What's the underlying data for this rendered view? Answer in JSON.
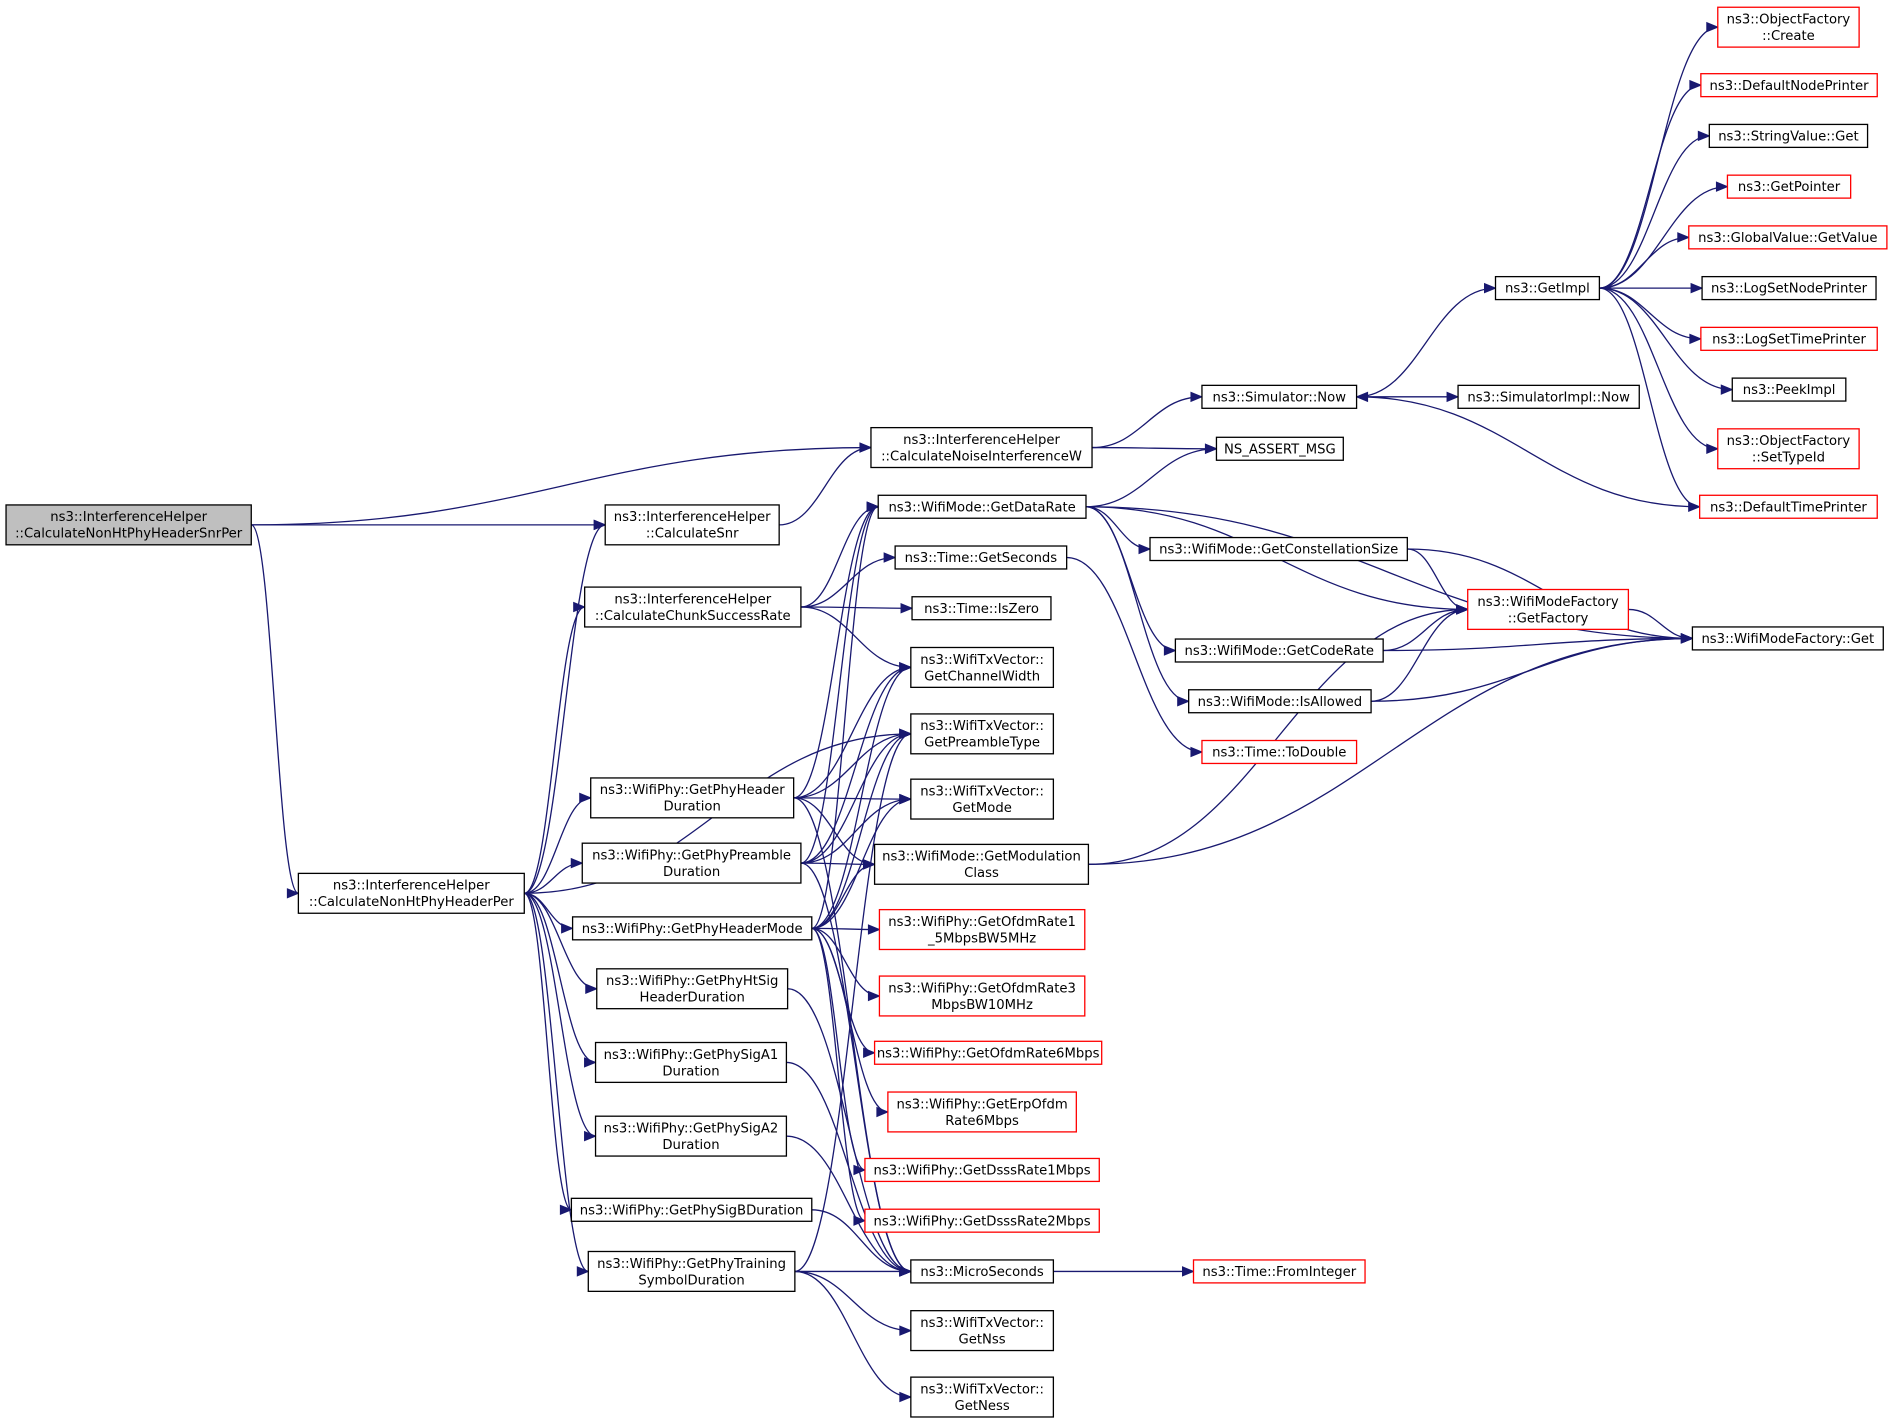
{
  "diagram": {
    "type": "call-graph",
    "nodes": [
      {
        "id": "root",
        "lines": [
          "ns3::InterferenceHelper",
          "::CalculateNonHtPhyHeaderSnrPer"
        ],
        "style": "root"
      },
      {
        "id": "cnhper",
        "lines": [
          "ns3::InterferenceHelper",
          "::CalculateNonHtPhyHeaderPer"
        ],
        "style": "black"
      },
      {
        "id": "csnr",
        "lines": [
          "ns3::InterferenceHelper",
          "::CalculateSnr"
        ],
        "style": "black"
      },
      {
        "id": "cniw",
        "lines": [
          "ns3::InterferenceHelper",
          "::CalculateNoiseInterferenceW"
        ],
        "style": "black"
      },
      {
        "id": "ccsr",
        "lines": [
          "ns3::InterferenceHelper",
          "::CalculateChunkSuccessRate"
        ],
        "style": "black"
      },
      {
        "id": "now",
        "lines": [
          "ns3::Simulator::Now"
        ],
        "style": "black"
      },
      {
        "id": "simimplnow",
        "lines": [
          "ns3::SimulatorImpl::Now"
        ],
        "style": "black"
      },
      {
        "id": "assert",
        "lines": [
          "NS_ASSERT_MSG"
        ],
        "style": "black"
      },
      {
        "id": "getimpl",
        "lines": [
          "ns3::GetImpl"
        ],
        "style": "black"
      },
      {
        "id": "ofcreate",
        "lines": [
          "ns3::ObjectFactory",
          "::Create"
        ],
        "style": "red"
      },
      {
        "id": "dnp",
        "lines": [
          "ns3::DefaultNodePrinter"
        ],
        "style": "red"
      },
      {
        "id": "svget",
        "lines": [
          "ns3::StringValue::Get"
        ],
        "style": "black"
      },
      {
        "id": "getptr",
        "lines": [
          "ns3::GetPointer"
        ],
        "style": "red"
      },
      {
        "id": "gvget",
        "lines": [
          "ns3::GlobalValue::GetValue"
        ],
        "style": "red"
      },
      {
        "id": "lsnp",
        "lines": [
          "ns3::LogSetNodePrinter"
        ],
        "style": "black"
      },
      {
        "id": "lstp",
        "lines": [
          "ns3::LogSetTimePrinter"
        ],
        "style": "red"
      },
      {
        "id": "peek",
        "lines": [
          "ns3::PeekImpl"
        ],
        "style": "black"
      },
      {
        "id": "ofsettid",
        "lines": [
          "ns3::ObjectFactory",
          "::SetTypeId"
        ],
        "style": "red"
      },
      {
        "id": "dtp",
        "lines": [
          "ns3::DefaultTimePrinter"
        ],
        "style": "red"
      },
      {
        "id": "gdr",
        "lines": [
          "ns3::WifiMode::GetDataRate"
        ],
        "style": "black"
      },
      {
        "id": "gsec",
        "lines": [
          "ns3::Time::GetSeconds"
        ],
        "style": "black"
      },
      {
        "id": "iszero",
        "lines": [
          "ns3::Time::IsZero"
        ],
        "style": "black"
      },
      {
        "id": "gcw",
        "lines": [
          "ns3::WifiTxVector::",
          "GetChannelWidth"
        ],
        "style": "black"
      },
      {
        "id": "gpt",
        "lines": [
          "ns3::WifiTxVector::",
          "GetPreambleType"
        ],
        "style": "black"
      },
      {
        "id": "gmode",
        "lines": [
          "ns3::WifiTxVector::",
          "GetMode"
        ],
        "style": "black"
      },
      {
        "id": "gmc",
        "lines": [
          "ns3::WifiMode::GetModulation",
          "Class"
        ],
        "style": "black"
      },
      {
        "id": "gcs",
        "lines": [
          "ns3::WifiMode::GetConstellationSize"
        ],
        "style": "black"
      },
      {
        "id": "gcr",
        "lines": [
          "ns3::WifiMode::GetCodeRate"
        ],
        "style": "black"
      },
      {
        "id": "isallowed",
        "lines": [
          "ns3::WifiMode::IsAllowed"
        ],
        "style": "black"
      },
      {
        "id": "todouble",
        "lines": [
          "ns3::Time::ToDouble"
        ],
        "style": "red"
      },
      {
        "id": "wmfgf",
        "lines": [
          "ns3::WifiModeFactory",
          "::GetFactory"
        ],
        "style": "red"
      },
      {
        "id": "wmfget",
        "lines": [
          "ns3::WifiModeFactory::Get"
        ],
        "style": "black"
      },
      {
        "id": "phd",
        "lines": [
          "ns3::WifiPhy::GetPhyHeader",
          "Duration"
        ],
        "style": "black"
      },
      {
        "id": "ppd",
        "lines": [
          "ns3::WifiPhy::GetPhyPreamble",
          "Duration"
        ],
        "style": "black"
      },
      {
        "id": "phm",
        "lines": [
          "ns3::WifiPhy::GetPhyHeaderMode"
        ],
        "style": "black"
      },
      {
        "id": "phtsig",
        "lines": [
          "ns3::WifiPhy::GetPhyHtSig",
          "HeaderDuration"
        ],
        "style": "black"
      },
      {
        "id": "psiga1",
        "lines": [
          "ns3::WifiPhy::GetPhySigA1",
          "Duration"
        ],
        "style": "black"
      },
      {
        "id": "psiga2",
        "lines": [
          "ns3::WifiPhy::GetPhySigA2",
          "Duration"
        ],
        "style": "black"
      },
      {
        "id": "psigb",
        "lines": [
          "ns3::WifiPhy::GetPhySigBDuration"
        ],
        "style": "black"
      },
      {
        "id": "ptsd",
        "lines": [
          "ns3::WifiPhy::GetPhyTraining",
          "SymbolDuration"
        ],
        "style": "black"
      },
      {
        "id": "ofdm15",
        "lines": [
          "ns3::WifiPhy::GetOfdmRate1",
          "_5MbpsBW5MHz"
        ],
        "style": "red"
      },
      {
        "id": "ofdm3",
        "lines": [
          "ns3::WifiPhy::GetOfdmRate3",
          "MbpsBW10MHz"
        ],
        "style": "red"
      },
      {
        "id": "ofdm6",
        "lines": [
          "ns3::WifiPhy::GetOfdmRate6Mbps"
        ],
        "style": "red"
      },
      {
        "id": "erp6",
        "lines": [
          "ns3::WifiPhy::GetErpOfdm",
          "Rate6Mbps"
        ],
        "style": "red"
      },
      {
        "id": "dsss1",
        "lines": [
          "ns3::WifiPhy::GetDsssRate1Mbps"
        ],
        "style": "red"
      },
      {
        "id": "dsss2",
        "lines": [
          "ns3::WifiPhy::GetDsssRate2Mbps"
        ],
        "style": "red"
      },
      {
        "id": "micro",
        "lines": [
          "ns3::MicroSeconds"
        ],
        "style": "black"
      },
      {
        "id": "fromint",
        "lines": [
          "ns3::Time::FromInteger"
        ],
        "style": "red"
      },
      {
        "id": "gnss",
        "lines": [
          "ns3::WifiTxVector::",
          "GetNss"
        ],
        "style": "black"
      },
      {
        "id": "gness",
        "lines": [
          "ns3::WifiTxVector::",
          "GetNess"
        ],
        "style": "black"
      }
    ],
    "edges": [
      [
        "root",
        "cniw"
      ],
      [
        "root",
        "csnr"
      ],
      [
        "root",
        "cnhper"
      ],
      [
        "csnr",
        "cniw"
      ],
      [
        "cniw",
        "now"
      ],
      [
        "cniw",
        "assert"
      ],
      [
        "now",
        "getimpl"
      ],
      [
        "now",
        "simimplnow"
      ],
      [
        "getimpl",
        "ofcreate"
      ],
      [
        "getimpl",
        "dnp"
      ],
      [
        "getimpl",
        "svget"
      ],
      [
        "getimpl",
        "getptr"
      ],
      [
        "getimpl",
        "gvget"
      ],
      [
        "getimpl",
        "lsnp"
      ],
      [
        "getimpl",
        "lstp"
      ],
      [
        "getimpl",
        "peek"
      ],
      [
        "getimpl",
        "ofsettid"
      ],
      [
        "getimpl",
        "dtp"
      ],
      [
        "dtp",
        "now"
      ],
      [
        "cnhper",
        "csnr"
      ],
      [
        "cnhper",
        "ccsr"
      ],
      [
        "cnhper",
        "gpt"
      ],
      [
        "cnhper",
        "phd"
      ],
      [
        "cnhper",
        "ppd"
      ],
      [
        "cnhper",
        "phm"
      ],
      [
        "cnhper",
        "phtsig"
      ],
      [
        "cnhper",
        "psiga1"
      ],
      [
        "cnhper",
        "psiga2"
      ],
      [
        "cnhper",
        "psigb"
      ],
      [
        "cnhper",
        "ptsd"
      ],
      [
        "ccsr",
        "gdr"
      ],
      [
        "ccsr",
        "gsec"
      ],
      [
        "ccsr",
        "iszero"
      ],
      [
        "ccsr",
        "gcw"
      ],
      [
        "gdr",
        "assert"
      ],
      [
        "gdr",
        "gcs"
      ],
      [
        "gdr",
        "gcr"
      ],
      [
        "gdr",
        "isallowed"
      ],
      [
        "gdr",
        "wmfgf"
      ],
      [
        "gdr",
        "wmfget"
      ],
      [
        "gsec",
        "todouble"
      ],
      [
        "gcs",
        "wmfgf"
      ],
      [
        "gcs",
        "wmfget"
      ],
      [
        "gcr",
        "wmfgf"
      ],
      [
        "gcr",
        "wmfget"
      ],
      [
        "isallowed",
        "wmfgf"
      ],
      [
        "isallowed",
        "wmfget"
      ],
      [
        "wmfgf",
        "wmfget"
      ],
      [
        "gmc",
        "wmfgf"
      ],
      [
        "gmc",
        "wmfget"
      ],
      [
        "phd",
        "gdr"
      ],
      [
        "phd",
        "gcw"
      ],
      [
        "phd",
        "gpt"
      ],
      [
        "phd",
        "gmode"
      ],
      [
        "phd",
        "gmc"
      ],
      [
        "phd",
        "micro"
      ],
      [
        "ppd",
        "gdr"
      ],
      [
        "ppd",
        "gcw"
      ],
      [
        "ppd",
        "gpt"
      ],
      [
        "ppd",
        "gmode"
      ],
      [
        "ppd",
        "gmc"
      ],
      [
        "ppd",
        "micro"
      ],
      [
        "phm",
        "gdr"
      ],
      [
        "phm",
        "gcw"
      ],
      [
        "phm",
        "gpt"
      ],
      [
        "phm",
        "gmode"
      ],
      [
        "phm",
        "gmc"
      ],
      [
        "phm",
        "ofdm15"
      ],
      [
        "phm",
        "ofdm3"
      ],
      [
        "phm",
        "ofdm6"
      ],
      [
        "phm",
        "erp6"
      ],
      [
        "phm",
        "dsss1"
      ],
      [
        "phm",
        "dsss2"
      ],
      [
        "phtsig",
        "micro"
      ],
      [
        "psiga1",
        "micro"
      ],
      [
        "psiga2",
        "micro"
      ],
      [
        "psigb",
        "micro"
      ],
      [
        "ptsd",
        "micro"
      ],
      [
        "ptsd",
        "gpt"
      ],
      [
        "ptsd",
        "gnss"
      ],
      [
        "ptsd",
        "gness"
      ],
      [
        "micro",
        "fromint"
      ]
    ]
  }
}
